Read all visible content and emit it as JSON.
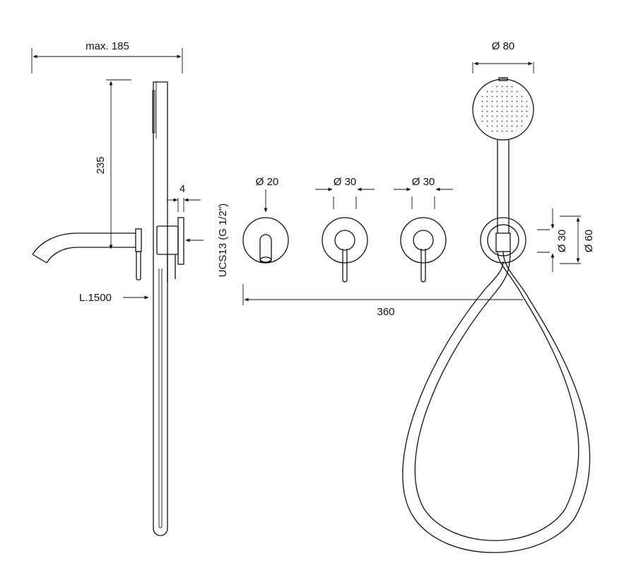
{
  "dimensions": {
    "max_width": "max. 185",
    "height": "235",
    "thickness": "4",
    "hose_length": "L.1500",
    "connection": "UCS13 (G 1/2\")",
    "spout_diameter": "Ø 20",
    "knob_diameter_1": "Ø 30",
    "knob_diameter_2": "Ø 30",
    "head_diameter": "Ø 80",
    "holder_inner_diameter": "Ø 30",
    "holder_outer_diameter": "Ø 60",
    "total_length": "360"
  }
}
